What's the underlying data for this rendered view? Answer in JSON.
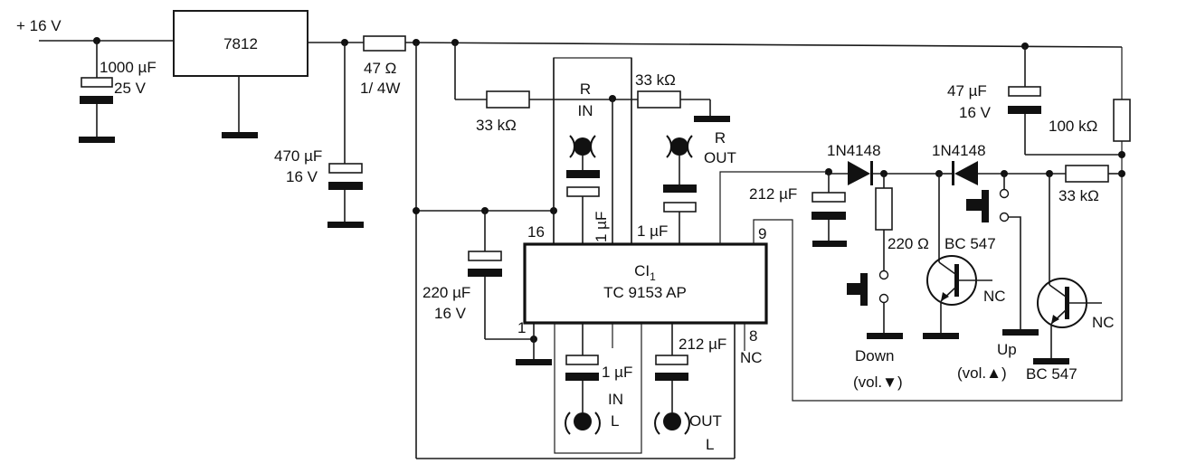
{
  "diagram": {
    "type": "circuit-schematic",
    "supply": {
      "label": "+ 16 V"
    },
    "regulator": {
      "label": "7812"
    },
    "input_cap": {
      "value": "1000 µF",
      "voltage": "25 V"
    },
    "reg_out_cap": {
      "value": "470 µF",
      "voltage": "16 V"
    },
    "series_resistor": {
      "value": "47 Ω",
      "rating": "1/ 4W"
    },
    "ic": {
      "ref": "CI",
      "ref_sub": "1",
      "part": "TC 9153 AP",
      "pins": {
        "p16": "16",
        "p1": "1",
        "p9": "9",
        "p8": "8"
      },
      "nc_label": "NC"
    },
    "decoupling_cap": {
      "value": "220 µF",
      "voltage": "16 V"
    },
    "right_channel": {
      "bias_resistor_1": "33 kΩ",
      "bias_resistor_2": "33 kΩ",
      "in_label": [
        "R",
        "IN"
      ],
      "out_label": [
        "R",
        "OUT"
      ],
      "in_cap": "1 µF",
      "out_cap": "1 µF"
    },
    "left_channel": {
      "in_label": [
        "IN",
        "L"
      ],
      "out_label": [
        "OUT",
        "L"
      ],
      "in_cap": "1 µF",
      "out_cap": "212 µF"
    },
    "control": {
      "cap_top": {
        "value": "47 µF",
        "voltage": "16 V"
      },
      "pullup_resistor": "100 kΩ",
      "diode_1": "1N4148",
      "diode_2": "1N4148",
      "timing_cap": "212 µF",
      "series_resistor": "220 Ω",
      "base_resistor": "33 kΩ",
      "transistor_1": "BC 547",
      "transistor_2": "BC 547",
      "nc_1": "NC",
      "nc_2": "NC",
      "button_down": {
        "label": "Down",
        "sub": "(vol.▼)"
      },
      "button_up": {
        "label": "Up",
        "sub": "(vol.▲)"
      }
    }
  }
}
